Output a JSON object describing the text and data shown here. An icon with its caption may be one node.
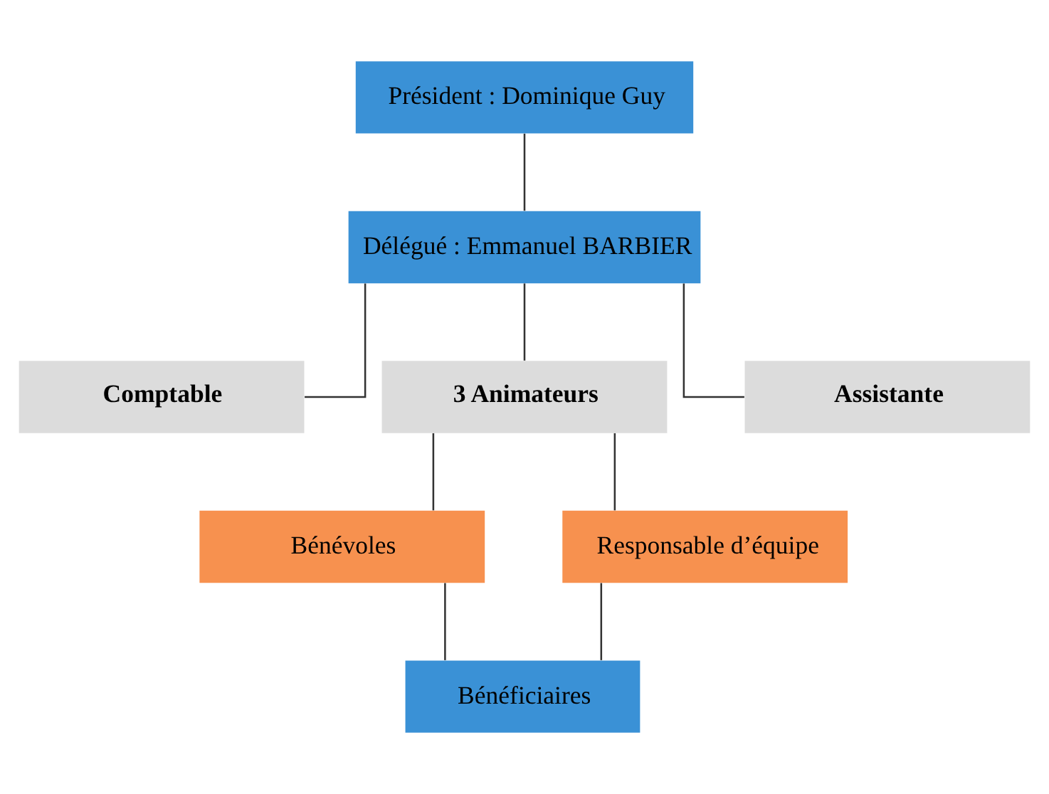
{
  "diagram": {
    "nodes": [
      {
        "text": [
          "Président : Dominique Guy"
        ]
      },
      {
        "text": [
          "Délégué : Emmanuel BARBIER"
        ]
      },
      {
        "text": [
          "Comptable"
        ]
      },
      {
        "text": [
          "3 Animateurs"
        ]
      },
      {
        "text": [
          "Assistante"
        ]
      },
      {
        "text": [
          "Bénévoles"
        ]
      },
      {
        "text": [
          "Responsable d’équipe"
        ]
      },
      {
        "text": [
          "Bénéficiaires"
        ]
      }
    ],
    "edges": [
      {
        "from": 0,
        "to": 1,
        "arrow": "none"
      },
      {
        "from": 1,
        "to": 2,
        "arrow": "none"
      },
      {
        "from": 1,
        "to": 3,
        "arrow": "none"
      },
      {
        "from": 1,
        "to": 4,
        "arrow": "none"
      },
      {
        "from": 3,
        "to": 5,
        "arrow": "none"
      },
      {
        "from": 3,
        "to": 6,
        "arrow": "none"
      },
      {
        "from": 5,
        "to": 7,
        "arrow": "none"
      },
      {
        "from": 6,
        "to": 7,
        "arrow": "none"
      }
    ]
  }
}
